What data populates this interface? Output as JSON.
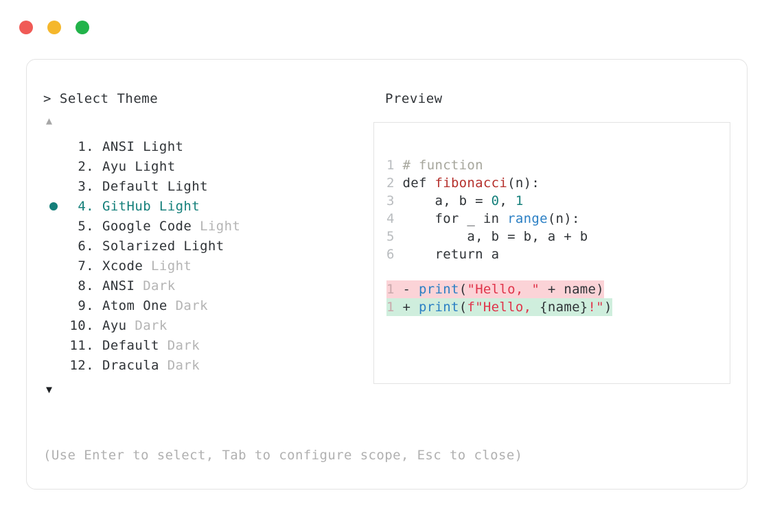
{
  "window": {
    "traffic_lights": [
      {
        "name": "close",
        "color": "#f05a56"
      },
      {
        "name": "minimize",
        "color": "#f5b72c"
      },
      {
        "name": "maximize",
        "color": "#22b34a"
      }
    ]
  },
  "colors": {
    "accent_teal": "#147f7a",
    "muted_gray": "#b4b4b4",
    "text": "#2f3337",
    "line_number": "#b9bcbf",
    "comment": "#a6a69c",
    "function_red": "#b5302c",
    "builtin_blue": "#2a7fc4",
    "string_red": "#e0344a",
    "diff_removed_bg": "#fbd3d7",
    "diff_added_bg": "#cfeedd",
    "border": "#e3e3e3"
  },
  "header": {
    "prompt": "> ",
    "title": "Select Theme",
    "preview_label": "Preview"
  },
  "scroll": {
    "up_arrow": "▲",
    "down_arrow": "▼",
    "up_enabled": false,
    "down_enabled": true
  },
  "list": {
    "selected_index": 4,
    "selected_bullet": "●",
    "items": [
      {
        "number": "1.",
        "name": "ANSI",
        "variant": "Light",
        "variant_muted": false,
        "selected": false
      },
      {
        "number": "2.",
        "name": "Ayu",
        "variant": "Light",
        "variant_muted": false,
        "selected": false
      },
      {
        "number": "3.",
        "name": "Default",
        "variant": "Light",
        "variant_muted": false,
        "selected": false
      },
      {
        "number": "4.",
        "name": "GitHub",
        "variant": "Light",
        "variant_muted": false,
        "selected": true
      },
      {
        "number": "5.",
        "name": "Google Code",
        "variant": "Light",
        "variant_muted": true,
        "selected": false
      },
      {
        "number": "6.",
        "name": "Solarized",
        "variant": "Light",
        "variant_muted": false,
        "selected": false
      },
      {
        "number": "7.",
        "name": "Xcode",
        "variant": "Light",
        "variant_muted": true,
        "selected": false
      },
      {
        "number": "8.",
        "name": "ANSI",
        "variant": "Dark",
        "variant_muted": true,
        "selected": false
      },
      {
        "number": "9.",
        "name": "Atom One",
        "variant": "Dark",
        "variant_muted": true,
        "selected": false
      },
      {
        "number": "10.",
        "name": "Ayu",
        "variant": "Dark",
        "variant_muted": true,
        "selected": false
      },
      {
        "number": "11.",
        "name": "Default",
        "variant": "Dark",
        "variant_muted": true,
        "selected": false
      },
      {
        "number": "12.",
        "name": "Dracula",
        "variant": "Dark",
        "variant_muted": true,
        "selected": false
      }
    ]
  },
  "footer": {
    "hint": "(Use Enter to select, Tab to configure scope, Esc to close)"
  },
  "preview": {
    "code_lines": [
      {
        "number": "1",
        "tokens": [
          {
            "t": "# function",
            "c": "comment"
          }
        ]
      },
      {
        "number": "2",
        "tokens": [
          {
            "t": "def ",
            "c": "plain"
          },
          {
            "t": "fibonacci",
            "c": "func"
          },
          {
            "t": "(n):",
            "c": "plain"
          }
        ]
      },
      {
        "number": "3",
        "tokens": [
          {
            "t": "    a, b = ",
            "c": "plain"
          },
          {
            "t": "0",
            "c": "num"
          },
          {
            "t": ", ",
            "c": "plain"
          },
          {
            "t": "1",
            "c": "num"
          }
        ]
      },
      {
        "number": "4",
        "tokens": [
          {
            "t": "    for _ in ",
            "c": "plain"
          },
          {
            "t": "range",
            "c": "builtin"
          },
          {
            "t": "(n):",
            "c": "plain"
          }
        ]
      },
      {
        "number": "5",
        "tokens": [
          {
            "t": "        a, b = b, a + b",
            "c": "plain"
          }
        ]
      },
      {
        "number": "6",
        "tokens": [
          {
            "t": "    return a",
            "c": "plain"
          }
        ]
      }
    ],
    "diff_lines": [
      {
        "number": "1",
        "sign": "-",
        "kind": "removed",
        "tokens": [
          {
            "t": "print",
            "c": "builtin"
          },
          {
            "t": "(",
            "c": "plain"
          },
          {
            "t": "\"Hello, \"",
            "c": "str"
          },
          {
            "t": " + name)",
            "c": "plain"
          }
        ]
      },
      {
        "number": "1",
        "sign": "+",
        "kind": "added",
        "tokens": [
          {
            "t": "print",
            "c": "builtin"
          },
          {
            "t": "(",
            "c": "plain"
          },
          {
            "t": "f\"Hello, ",
            "c": "str"
          },
          {
            "t": "{name}",
            "c": "plain"
          },
          {
            "t": "!\"",
            "c": "str"
          },
          {
            "t": ")",
            "c": "plain"
          }
        ]
      }
    ]
  }
}
